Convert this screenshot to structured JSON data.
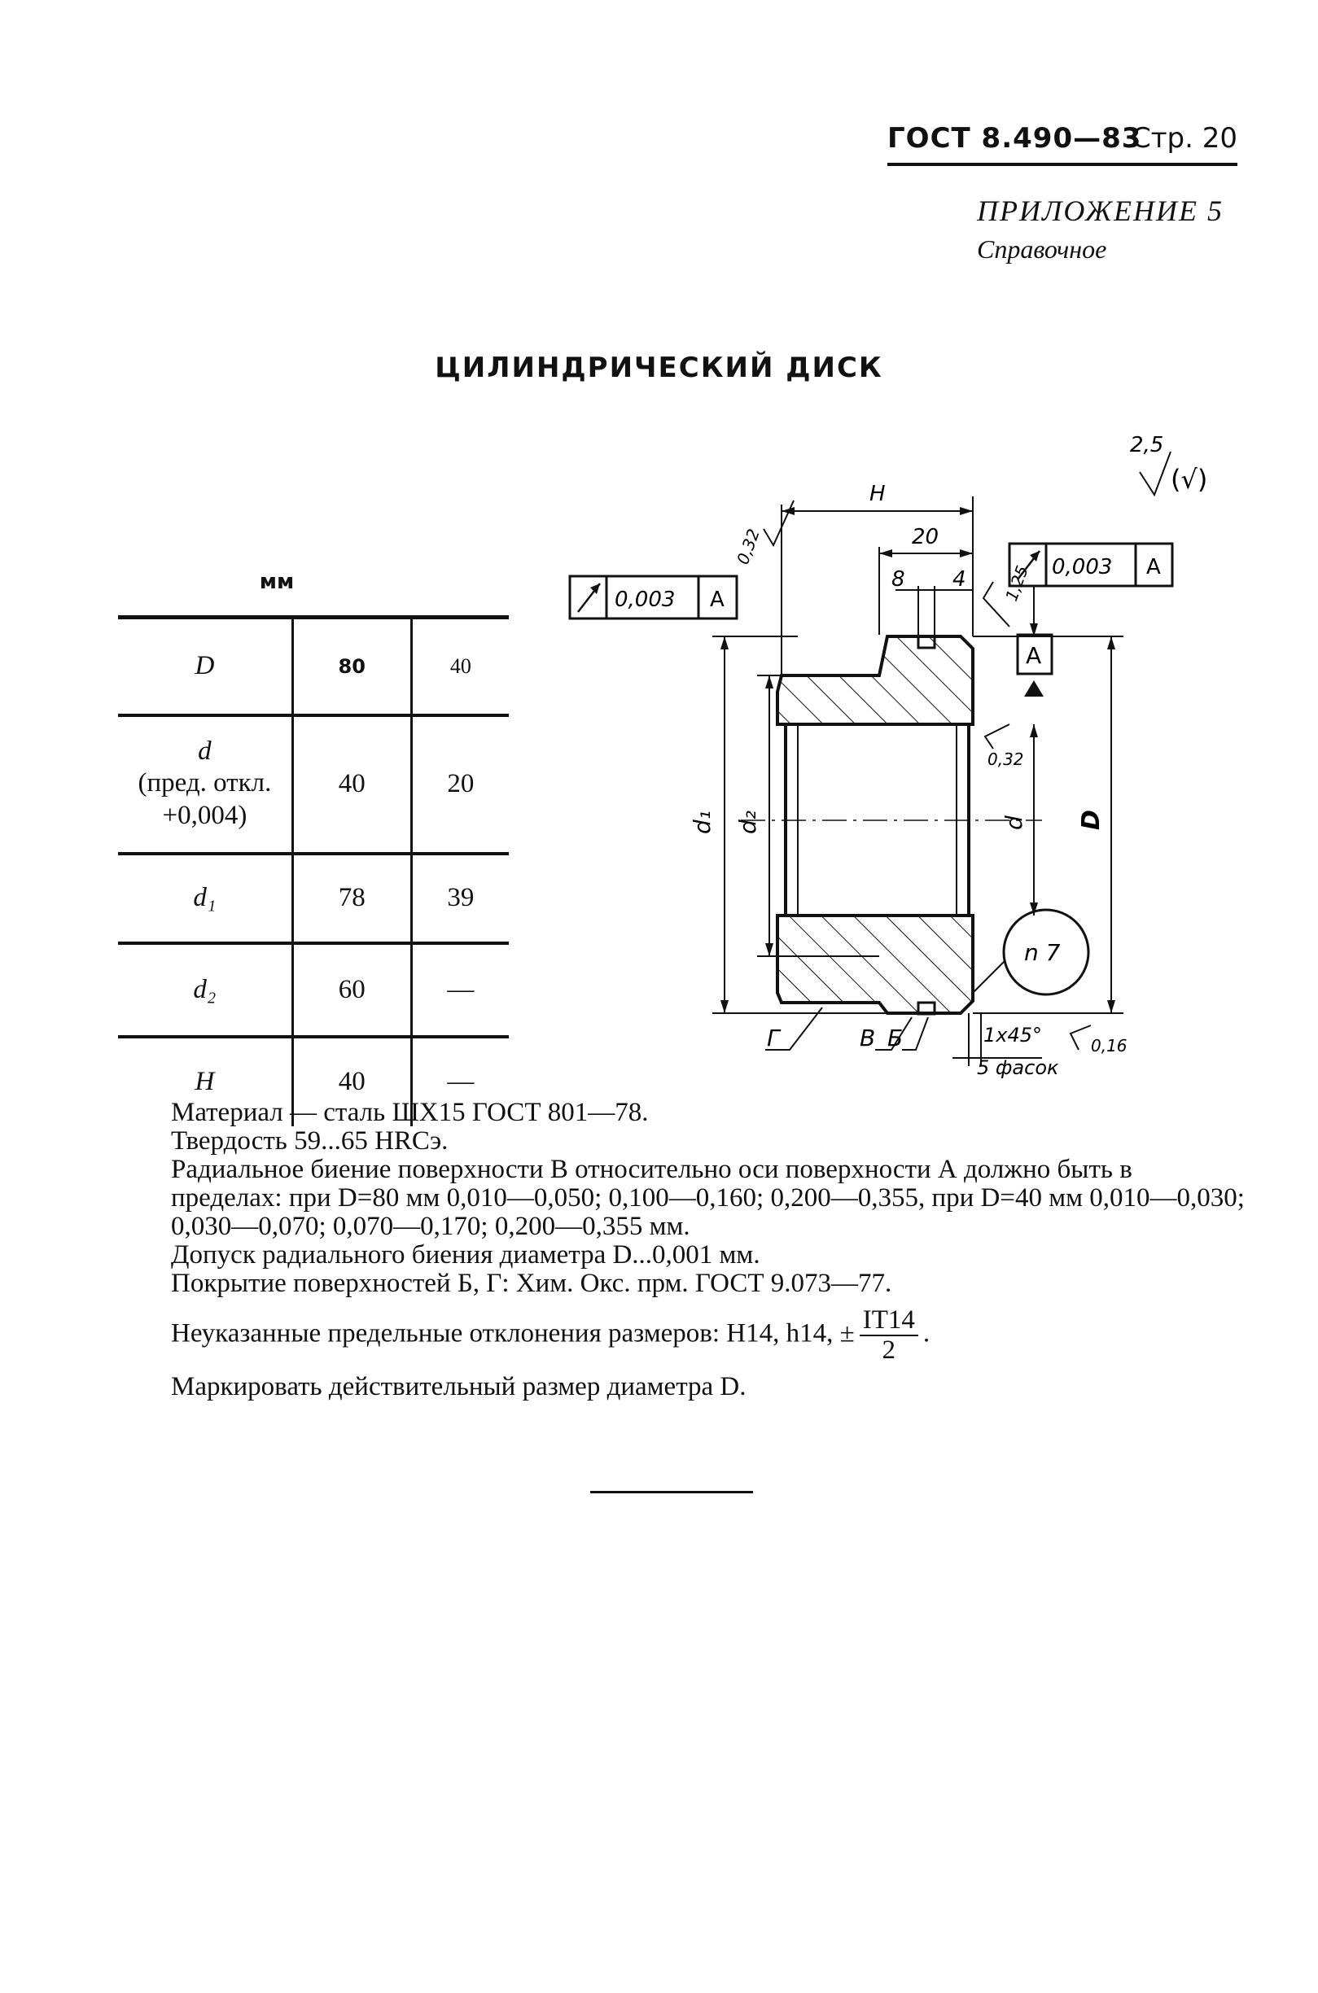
{
  "header": {
    "standard": "ГОСТ 8.490—83",
    "page": "Стр. 20"
  },
  "appendix": {
    "label": "ПРИЛОЖЕНИЕ 5",
    "type": "Справочное"
  },
  "title": "ЦИЛИНДРИЧЕСКИЙ ДИСК",
  "table": {
    "unit": "мм",
    "rows": [
      {
        "param": "D",
        "v80": "80",
        "v40": "40"
      },
      {
        "param": "d",
        "param_note": "(пред. откл. +0,004)",
        "v80": "40",
        "v40": "20"
      },
      {
        "param": "d₁",
        "v80": "78",
        "v40": "39"
      },
      {
        "param": "d₂",
        "v80": "60",
        "v40": "—"
      },
      {
        "param": "H",
        "v80": "40",
        "v40": "—"
      }
    ]
  },
  "drawing": {
    "dim_H": "H",
    "dim_20": "20",
    "dim_8": "8",
    "dim_4": "4",
    "rough_032": "0,32",
    "rough_125": "1,25",
    "rough_032b": "0,32",
    "rough_016": "0,16",
    "rough_general": "2,5",
    "rough_general_bracket": "(√)",
    "tol_left_value": "0,003",
    "tol_left_base": "A",
    "tol_right_value": "0,003",
    "tol_right_base": "A",
    "datum": "A",
    "label_d1": "d₁",
    "label_d2": "d₂",
    "label_d": "d",
    "label_D": "D",
    "fit": "n 7",
    "surf_G": "Г",
    "surf_V": "В",
    "surf_B": "Б",
    "chamfer": "1x45°",
    "chamfer_count": "5 фасок"
  },
  "notes": {
    "material": "Материал — сталь ШХ15 ГОСТ 801—78.",
    "hardness": "Твердость 59...65 HRCэ.",
    "runout": "Радиальное биение поверхности В относительно оси поверхности А должно быть в пределах: при D=80 мм 0,010—0,050; 0,100—0,160; 0,200—0,355, при D=40 мм 0,010—0,030; 0,030—0,070; 0,070—0,170; 0,200—0,355 мм.",
    "tolerance": "Допуск радиального биения диаметра D...0,001 мм.",
    "coating": "Покрытие поверхностей Б, Г: Хим. Окс. прм. ГОСТ 9.073—77.",
    "unspecified_prefix": "Неуказанные предельные отклонения размеров: H14, h14, ±",
    "unspecified_num": "IT14",
    "unspecified_den": "2",
    "unspecified_suffix": ".",
    "marking": "Маркировать действительный размер диаметра D."
  }
}
